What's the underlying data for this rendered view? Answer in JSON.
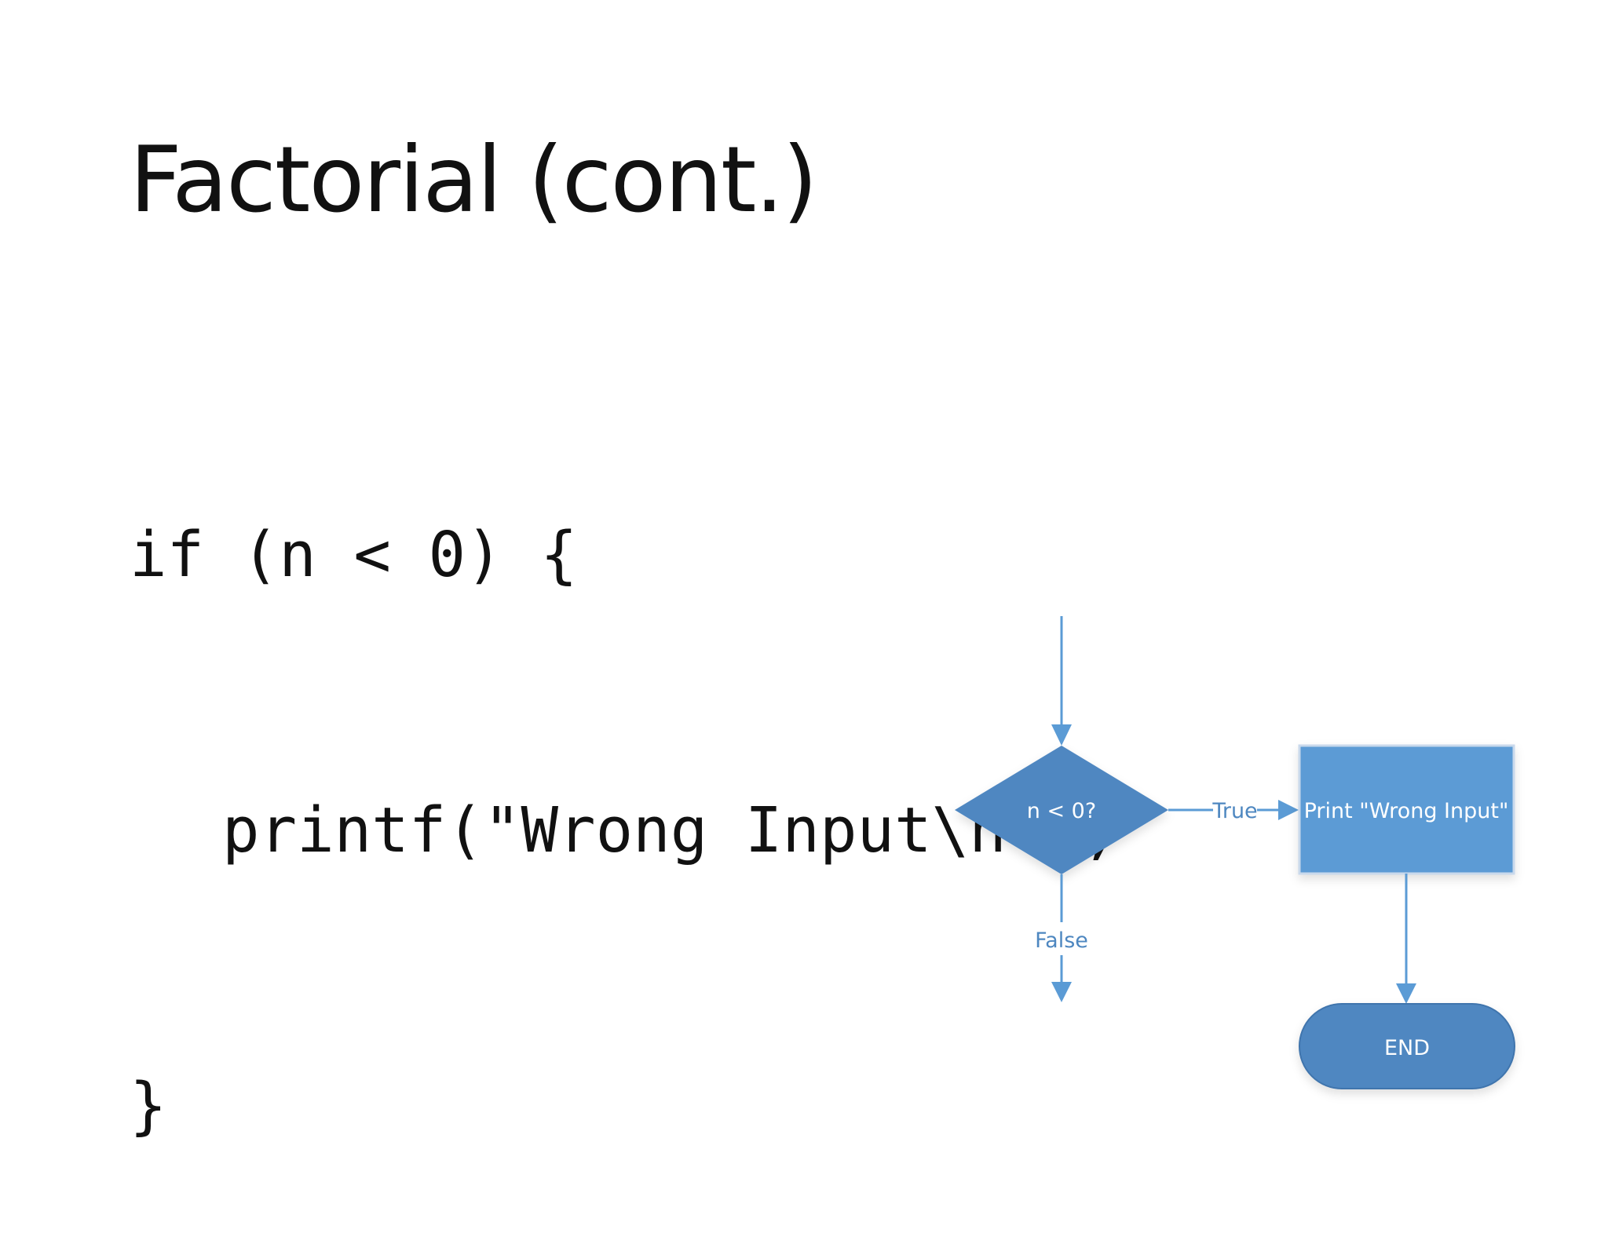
{
  "slide": {
    "title": "Factorial (cont.)"
  },
  "code": {
    "lines": [
      "if (n < 0) {",
      "printf(\"Wrong Input\\n\");",
      "}"
    ]
  },
  "flowchart": {
    "decision": {
      "label": "n < 0?"
    },
    "process": {
      "label": "Print \"Wrong Input\""
    },
    "terminator": {
      "label": "END"
    },
    "edges": {
      "true_label": "True",
      "false_label": "False"
    }
  },
  "colors": {
    "connector": "#5b9bd5",
    "decision_fill": "#4f87c1",
    "process_fill": "#5b9bd5",
    "process_border": "#c9d9ec",
    "terminator_fill": "#4f87c1",
    "edge_label": "#4e87c0",
    "text": "#111111"
  }
}
